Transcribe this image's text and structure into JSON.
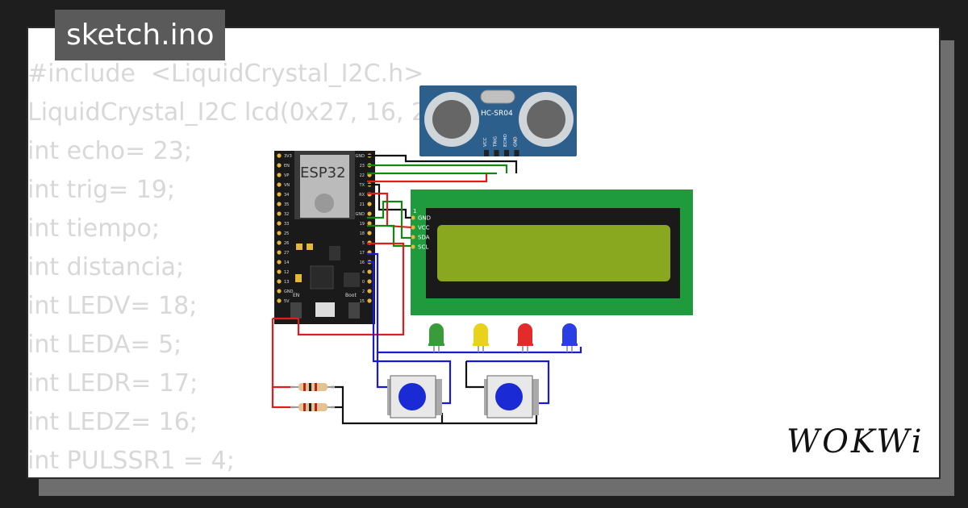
{
  "title": "sketch.ino",
  "code_lines": [
    "#include  <LiquidCrystal_I2C.h>",
    "LiquidCrystal_I2C lcd(0x27, 16, 2);",
    "int echo= 23;",
    "int trig= 19;",
    "int tiempo;",
    "int distancia;",
    "int LEDV= 18;",
    "int LEDA= 5;",
    "int LEDR= 17;",
    "int LEDZ= 16;",
    "int PULSSR1 = 4;"
  ],
  "circuit": {
    "esp32_label": "ESP32",
    "sensor_label": "HC-SR04",
    "sensor_pins": [
      "VCC",
      "TRIG",
      "ECHO",
      "GND"
    ],
    "lcd_pins": [
      "GND",
      "VCC",
      "SDA",
      "SCL"
    ],
    "lcd_pin1": "1",
    "esp_left_pins": [
      "3V3",
      "EN",
      "VP",
      "VN",
      "34",
      "35",
      "32",
      "33",
      "25",
      "26",
      "27",
      "14",
      "12",
      "13",
      "GND",
      "5V"
    ],
    "esp_right_pins": [
      "GND",
      "23",
      "22",
      "TX",
      "RX",
      "21",
      "GND",
      "19",
      "18",
      "5",
      "17",
      "16",
      "4",
      "0",
      "2",
      "15"
    ],
    "boot_label": "Boot",
    "en_label": "EN",
    "led_colors": [
      "#3a9b3a",
      "#e8d21b",
      "#e32b2b",
      "#2b3ee3"
    ],
    "wire_colors": {
      "black": "#111111",
      "red": "#e01c1c",
      "green": "#118811",
      "blue": "#1a1ad6"
    },
    "lcd_screen_color": "#8aa81f",
    "lcd_board_color": "#1f9a3d"
  },
  "logo": "WOKWi"
}
